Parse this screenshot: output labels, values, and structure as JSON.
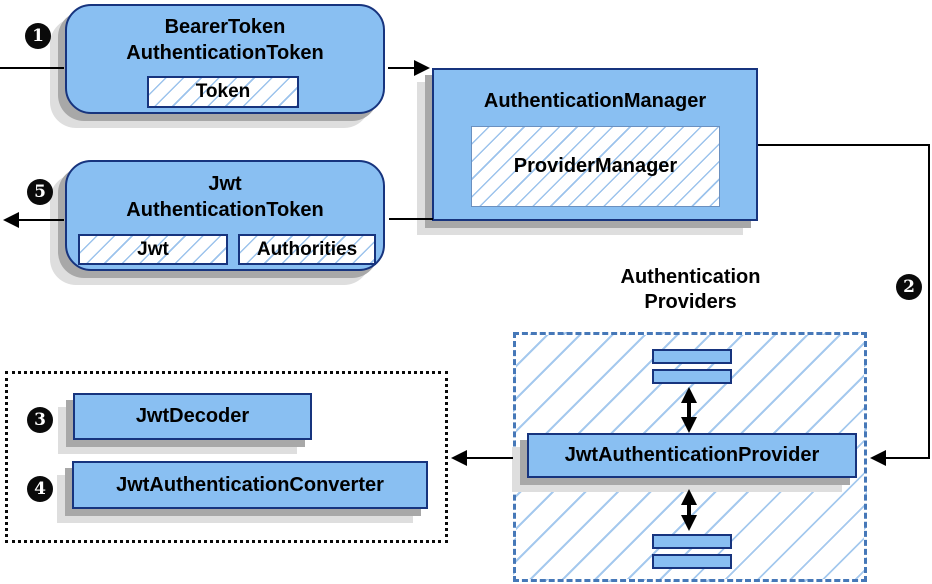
{
  "steps": {
    "s1": "1",
    "s2": "2",
    "s3": "3",
    "s4": "4",
    "s5": "5"
  },
  "nodes": {
    "bearer_token": {
      "line1": "BearerToken",
      "line2": "AuthenticationToken",
      "token_chip": "Token"
    },
    "authentication_manager": {
      "title": "AuthenticationManager",
      "provider_manager": "ProviderManager"
    },
    "jwt_authentication_token": {
      "line1": "Jwt",
      "line2": "AuthenticationToken",
      "jwt_chip": "Jwt",
      "authorities_chip": "Authorities"
    },
    "authentication_providers": {
      "label_line1": "Authentication",
      "label_line2": "Providers",
      "provider": "JwtAuthenticationProvider"
    },
    "jwt_decoder": "JwtDecoder",
    "jwt_authentication_converter": "JwtAuthenticationConverter"
  },
  "colors": {
    "node_fill": "#89BFF2",
    "node_border": "#17347E",
    "hatch_line": "#9CC3EC",
    "dashed_border": "#4678B8",
    "shadow_dark": "#A8A8A8",
    "shadow_light": "#DEDEDE",
    "connector": "#000000",
    "badge_background": "#0A0A0A",
    "badge_text": "#FFFFFF"
  }
}
